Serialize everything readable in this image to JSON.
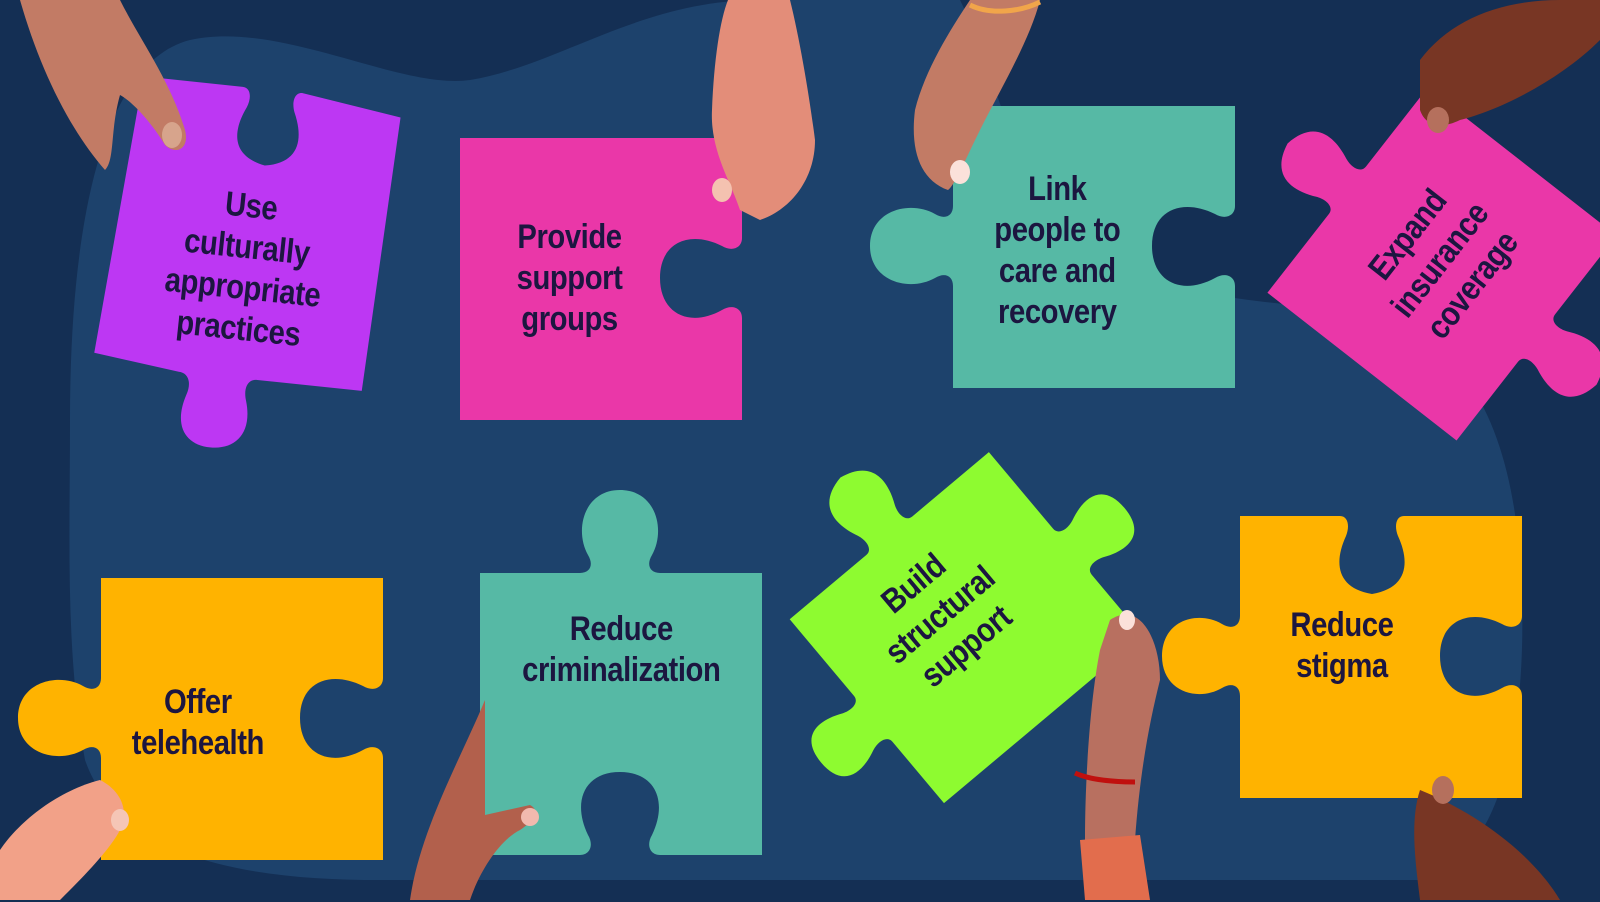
{
  "background": {
    "outer": "#142f54",
    "blob": "#1d426c"
  },
  "pieces": [
    {
      "id": "culturally",
      "text": "Use\nculturally\nappropriate\npractices",
      "color": "#bd37f3"
    },
    {
      "id": "support-groups",
      "text": "Provide\nsupport\ngroups",
      "color": "#ea37a8"
    },
    {
      "id": "link-care",
      "text": "Link\npeople to\ncare and\nrecovery",
      "color": "#56b9a5"
    },
    {
      "id": "insurance",
      "text": "Expand\ninsurance\ncoverage",
      "color": "#ea37a8"
    },
    {
      "id": "telehealth",
      "text": "Offer\ntelehealth",
      "color": "#ffb300"
    },
    {
      "id": "criminalization",
      "text": "Reduce\ncriminalization",
      "color": "#56b9a5"
    },
    {
      "id": "structural",
      "text": "Build\nstructural\nsupport",
      "color": "#8efb30"
    },
    {
      "id": "stigma",
      "text": "Reduce\nstigma",
      "color": "#ffb300"
    }
  ],
  "hand_colors": {
    "light": "#e38d79",
    "medium": "#c27b65",
    "brown": "#b2604c",
    "dark": "#783624",
    "peach": "#f2a188"
  }
}
